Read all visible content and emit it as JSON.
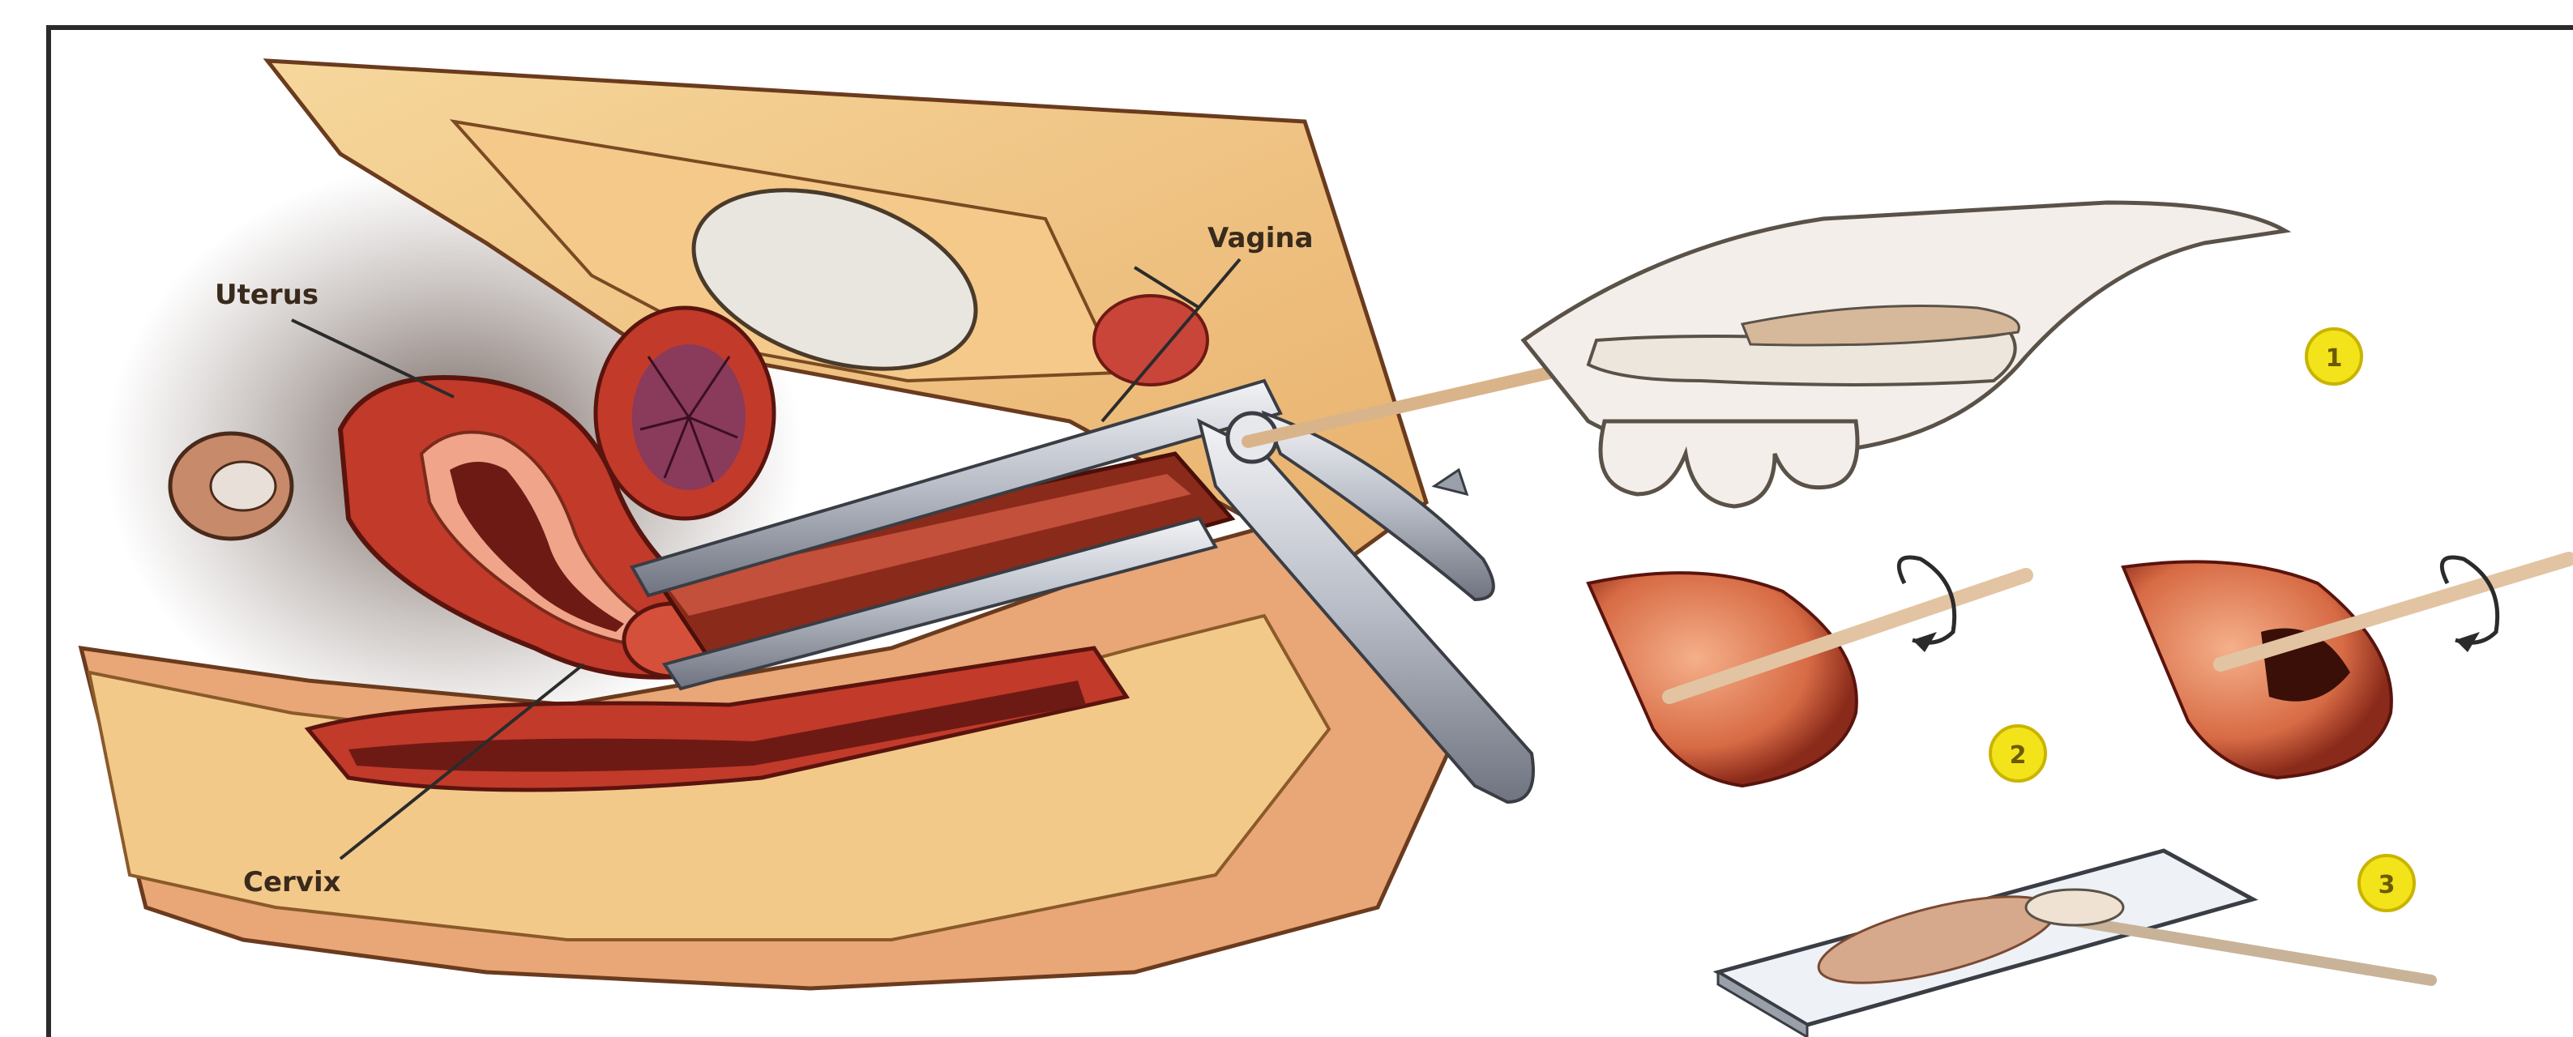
{
  "labels": {
    "uterus": "Uterus",
    "vagina": "Vagina",
    "cervix": "Cervix"
  },
  "steps": [
    "1",
    "2",
    "3"
  ],
  "colors": {
    "frame": "#2b2b2b",
    "skin_light": "#f3c98a",
    "tissue": "#e29a6a",
    "tissue_dark": "#b8452a",
    "organ_red": "#c23a2a",
    "deep_red": "#6e1a14",
    "bladder": "#e9e6df",
    "instrument": "#c9ccd3",
    "glove": "#f3eee9",
    "badge": "#f2e31b"
  }
}
